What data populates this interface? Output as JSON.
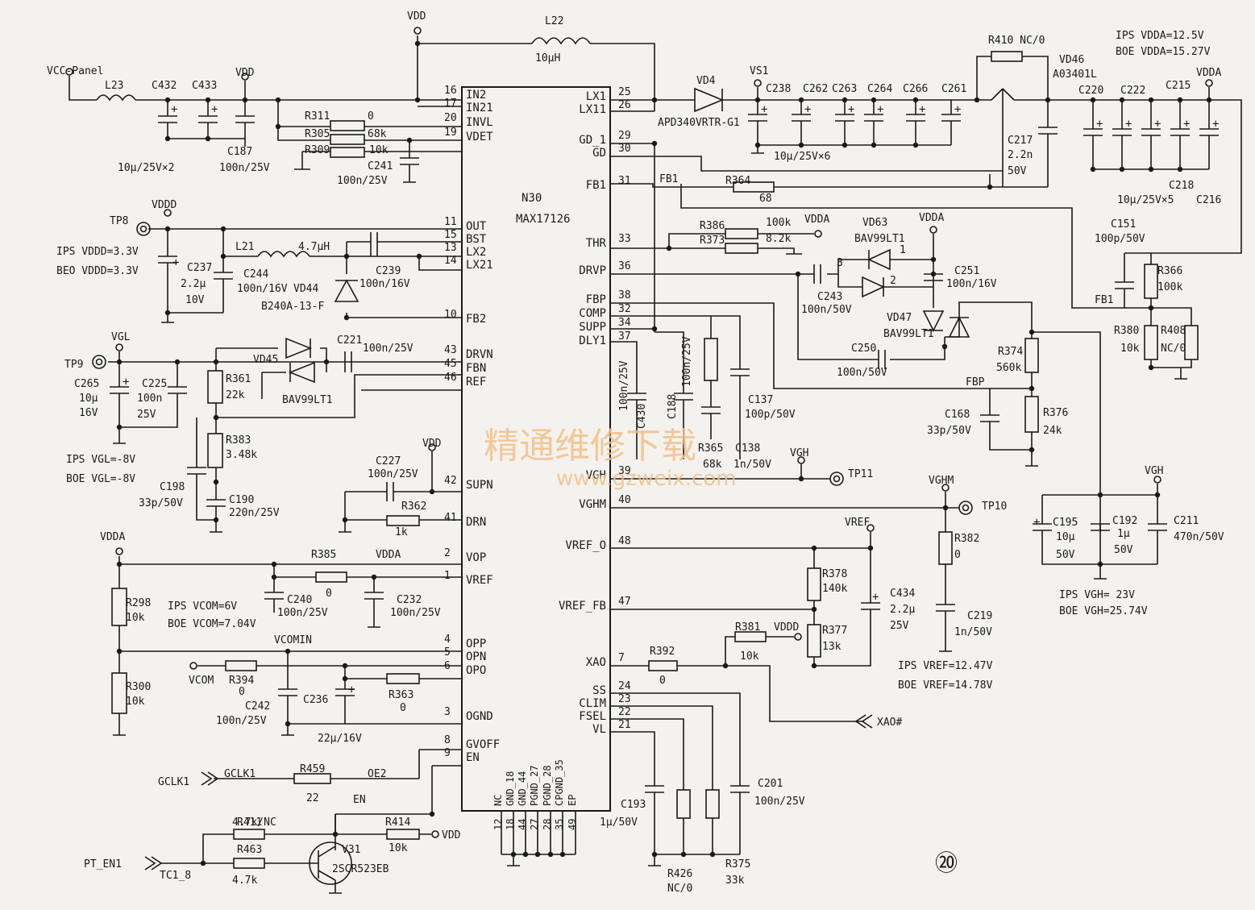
{
  "chip": {
    "ref": "N30",
    "part": "MAX17126",
    "left_pins": [
      {
        "num": "16",
        "name": "IN2"
      },
      {
        "num": "17",
        "name": "IN21"
      },
      {
        "num": "20",
        "name": "INVL"
      },
      {
        "num": "19",
        "name": "VDET"
      },
      {
        "num": "11",
        "name": "OUT"
      },
      {
        "num": "15",
        "name": "BST"
      },
      {
        "num": "13",
        "name": "LX2"
      },
      {
        "num": "14",
        "name": "LX21"
      },
      {
        "num": "10",
        "name": "FB2"
      },
      {
        "num": "43",
        "name": "DRVN"
      },
      {
        "num": "45",
        "name": "FBN"
      },
      {
        "num": "46",
        "name": "REF"
      },
      {
        "num": "42",
        "name": "SUPN"
      },
      {
        "num": "41",
        "name": "DRN"
      },
      {
        "num": "2",
        "name": "VOP"
      },
      {
        "num": "1",
        "name": "VREF"
      },
      {
        "num": "4",
        "name": "OPP"
      },
      {
        "num": "5",
        "name": "OPN"
      },
      {
        "num": "6",
        "name": "OPO"
      },
      {
        "num": "3",
        "name": "OGND"
      },
      {
        "num": "8",
        "name": "GVOFF"
      },
      {
        "num": "9",
        "name": "EN"
      }
    ],
    "right_pins": [
      {
        "num": "25",
        "name": "LX1"
      },
      {
        "num": "26",
        "name": "LX11"
      },
      {
        "num": "29",
        "name": "GD_1"
      },
      {
        "num": "30",
        "name": "GD"
      },
      {
        "num": "31",
        "name": "FB1"
      },
      {
        "num": "33",
        "name": "THR"
      },
      {
        "num": "36",
        "name": "DRVP"
      },
      {
        "num": "38",
        "name": "FBP"
      },
      {
        "num": "32",
        "name": "COMP"
      },
      {
        "num": "34",
        "name": "SUPP"
      },
      {
        "num": "37",
        "name": "DLY1"
      },
      {
        "num": "39",
        "name": "VGH"
      },
      {
        "num": "40",
        "name": "VGHM"
      },
      {
        "num": "48",
        "name": "VREF_O"
      },
      {
        "num": "47",
        "name": "VREF_FB"
      },
      {
        "num": "7",
        "name": "XAO"
      },
      {
        "num": "24",
        "name": "SS"
      },
      {
        "num": "23",
        "name": "CLIM"
      },
      {
        "num": "22",
        "name": "FSEL"
      },
      {
        "num": "21",
        "name": "VL"
      }
    ],
    "bottom_pins": [
      {
        "num": "12",
        "name": "NC"
      },
      {
        "num": "18",
        "name": "GND_18"
      },
      {
        "num": "44",
        "name": "GND_44"
      },
      {
        "num": "27",
        "name": "PGND_27"
      },
      {
        "num": "28",
        "name": "PGND_28"
      },
      {
        "num": "35",
        "name": "CPGND_35"
      },
      {
        "num": "49",
        "name": "EP"
      }
    ]
  },
  "labels": [
    {
      "id": "vdd-top",
      "text": "VDD"
    },
    {
      "id": "l22",
      "text": "L22"
    },
    {
      "id": "l22v",
      "text": "10μH"
    },
    {
      "id": "vcc-panel",
      "text": "VCC-Panel"
    },
    {
      "id": "l23",
      "text": "L23"
    },
    {
      "id": "c432",
      "text": "C432"
    },
    {
      "id": "c433",
      "text": "C433"
    },
    {
      "id": "vdd2",
      "text": "VDD"
    },
    {
      "id": "c432v",
      "text": "10μ/25V×2"
    },
    {
      "id": "c187",
      "text": "C187"
    },
    {
      "id": "c187v",
      "text": "100n/25V"
    },
    {
      "id": "r311",
      "text": "R311"
    },
    {
      "id": "r311v",
      "text": "0"
    },
    {
      "id": "r305",
      "text": "R305"
    },
    {
      "id": "r305v",
      "text": "68k"
    },
    {
      "id": "r309",
      "text": "R309"
    },
    {
      "id": "r309v",
      "text": "10k"
    },
    {
      "id": "c241",
      "text": "C241"
    },
    {
      "id": "c241v",
      "text": "100n/25V"
    },
    {
      "id": "vddd",
      "text": "VDDD"
    },
    {
      "id": "tp8",
      "text": "TP8"
    },
    {
      "id": "ips-vddd",
      "text": "IPS  VDDD=3.3V"
    },
    {
      "id": "beo-vddd",
      "text": "BEO  VDDD=3.3V"
    },
    {
      "id": "l21",
      "text": "L21"
    },
    {
      "id": "l21v",
      "text": "4.7μH"
    },
    {
      "id": "c237",
      "text": "C237"
    },
    {
      "id": "c237v1",
      "text": "2.2μ"
    },
    {
      "id": "c237v2",
      "text": "10V"
    },
    {
      "id": "c244",
      "text": "C244"
    },
    {
      "id": "c244v",
      "text": "100n/16V"
    },
    {
      "id": "c239",
      "text": "C239"
    },
    {
      "id": "c239v",
      "text": "100n/16V"
    },
    {
      "id": "vd44",
      "text": "VD44"
    },
    {
      "id": "vd44p",
      "text": "B240A-13-F"
    },
    {
      "id": "vgl",
      "text": "VGL"
    },
    {
      "id": "tp9",
      "text": "TP9"
    },
    {
      "id": "vd45",
      "text": "VD45"
    },
    {
      "id": "vd45p",
      "text": "BAV99LT1"
    },
    {
      "id": "c221",
      "text": "C221"
    },
    {
      "id": "c221v",
      "text": "100n/25V"
    },
    {
      "id": "c265",
      "text": "C265"
    },
    {
      "id": "c265v1",
      "text": "10μ"
    },
    {
      "id": "c265v2",
      "text": "16V"
    },
    {
      "id": "c225",
      "text": "C225"
    },
    {
      "id": "c225v1",
      "text": "100n"
    },
    {
      "id": "c225v2",
      "text": "25V"
    },
    {
      "id": "r361",
      "text": "R361"
    },
    {
      "id": "r361v",
      "text": "22k"
    },
    {
      "id": "r383",
      "text": "R383"
    },
    {
      "id": "r383v",
      "text": "3.48k"
    },
    {
      "id": "ips-vgl",
      "text": "IPS  VGL=-8V"
    },
    {
      "id": "boe-vgl",
      "text": "BOE  VGL=-8V"
    },
    {
      "id": "c198",
      "text": "C198"
    },
    {
      "id": "c198v",
      "text": "33p/50V"
    },
    {
      "id": "c190",
      "text": "C190"
    },
    {
      "id": "c190v",
      "text": "220n/25V"
    },
    {
      "id": "vdd3",
      "text": "VDD"
    },
    {
      "id": "c227",
      "text": "C227"
    },
    {
      "id": "c227v",
      "text": "100n/25V"
    },
    {
      "id": "r362",
      "text": "R362"
    },
    {
      "id": "r362v",
      "text": "1k"
    },
    {
      "id": "vdda-l",
      "text": "VDDA"
    },
    {
      "id": "r385",
      "text": "R385"
    },
    {
      "id": "r385v",
      "text": "0"
    },
    {
      "id": "vdda-m",
      "text": "VDDA"
    },
    {
      "id": "r298",
      "text": "R298"
    },
    {
      "id": "r298v",
      "text": "10k"
    },
    {
      "id": "ips-vcom",
      "text": "IPS  VCOM=6V"
    },
    {
      "id": "boe-vcom",
      "text": "BOE  VCOM=7.04V"
    },
    {
      "id": "c240",
      "text": "C240"
    },
    {
      "id": "c240v",
      "text": "100n/25V"
    },
    {
      "id": "c232",
      "text": "C232"
    },
    {
      "id": "c232v",
      "text": "100n/25V"
    },
    {
      "id": "vcomin",
      "text": "VCOMIN"
    },
    {
      "id": "vcom",
      "text": "VCOM"
    },
    {
      "id": "r394",
      "text": "R394"
    },
    {
      "id": "r394v",
      "text": "0"
    },
    {
      "id": "r300",
      "text": "R300"
    },
    {
      "id": "r300v",
      "text": "10k"
    },
    {
      "id": "c236",
      "text": "C236"
    },
    {
      "id": "c242",
      "text": "C242"
    },
    {
      "id": "c242v",
      "text": "100n/25V"
    },
    {
      "id": "c236v",
      "text": "22μ/16V"
    },
    {
      "id": "r363",
      "text": "R363"
    },
    {
      "id": "r363v",
      "text": "0"
    },
    {
      "id": "gclk1",
      "text": "GCLK1"
    },
    {
      "id": "gclk1n",
      "text": "GCLK1"
    },
    {
      "id": "r459",
      "text": "R459"
    },
    {
      "id": "r459v",
      "text": "22"
    },
    {
      "id": "oe2",
      "text": "OE2"
    },
    {
      "id": "en",
      "text": "EN"
    },
    {
      "id": "r411",
      "text": "R411"
    },
    {
      "id": "r411v",
      "text": "4.7k/NC"
    },
    {
      "id": "r414",
      "text": "R414"
    },
    {
      "id": "r414v",
      "text": "10k"
    },
    {
      "id": "vdd4",
      "text": "VDD"
    },
    {
      "id": "r463",
      "text": "R463"
    },
    {
      "id": "r463v",
      "text": "4.7k"
    },
    {
      "id": "v31",
      "text": "V31"
    },
    {
      "id": "v31p",
      "text": "2SCR523EB"
    },
    {
      "id": "pt-en1",
      "text": "PT_EN1"
    },
    {
      "id": "tc1",
      "text": "TC1_8"
    },
    {
      "id": "vd4",
      "text": "VD4"
    },
    {
      "id": "vd4p",
      "text": "APD340VRTR-G1"
    },
    {
      "id": "vs1",
      "text": "VS1"
    },
    {
      "id": "c238",
      "text": "C238"
    },
    {
      "id": "c262",
      "text": "C262"
    },
    {
      "id": "c263",
      "text": "C263"
    },
    {
      "id": "c264",
      "text": "C264"
    },
    {
      "id": "c266",
      "text": "C266"
    },
    {
      "id": "c261",
      "text": "C261"
    },
    {
      "id": "c6v",
      "text": "10μ/25V×6"
    },
    {
      "id": "r410",
      "text": "R410 NC/0"
    },
    {
      "id": "vd46",
      "text": "VD46"
    },
    {
      "id": "vd46p",
      "text": "A03401L"
    },
    {
      "id": "ips-vdda",
      "text": "IPS  VDDA=12.5V"
    },
    {
      "id": "boe-vdda",
      "text": "BOE  VDDA=15.27V"
    },
    {
      "id": "vdda-r",
      "text": "VDDA"
    },
    {
      "id": "c220",
      "text": "C220"
    },
    {
      "id": "c222",
      "text": "C222"
    },
    {
      "id": "c215",
      "text": "C215"
    },
    {
      "id": "c217",
      "text": "C217"
    },
    {
      "id": "c217v1",
      "text": "2.2n"
    },
    {
      "id": "c217v2",
      "text": "50V"
    },
    {
      "id": "c218",
      "text": "C218"
    },
    {
      "id": "c5v",
      "text": "10μ/25V×5"
    },
    {
      "id": "c216",
      "text": "C216"
    },
    {
      "id": "r364",
      "text": "R364"
    },
    {
      "id": "r364v",
      "text": "68"
    },
    {
      "id": "fb1",
      "text": "FB1"
    },
    {
      "id": "r386",
      "text": "R386"
    },
    {
      "id": "r386v",
      "text": "100k"
    },
    {
      "id": "vdda-t",
      "text": "VDDA"
    },
    {
      "id": "r373",
      "text": "R373"
    },
    {
      "id": "r373v",
      "text": "8.2k"
    },
    {
      "id": "vd63",
      "text": "VD63"
    },
    {
      "id": "vd63p",
      "text": "BAV99LT1"
    },
    {
      "id": "vdda-t2",
      "text": "VDDA"
    },
    {
      "id": "c151",
      "text": "C151"
    },
    {
      "id": "c151v",
      "text": "100p/50V"
    },
    {
      "id": "c251",
      "text": "C251"
    },
    {
      "id": "c251v",
      "text": "100n/16V"
    },
    {
      "id": "c243",
      "text": "C243"
    },
    {
      "id": "c243v",
      "text": "100n/50V"
    },
    {
      "id": "n3",
      "text": "3"
    },
    {
      "id": "n1",
      "text": "1"
    },
    {
      "id": "n2",
      "text": "2"
    },
    {
      "id": "vd47",
      "text": "VD47"
    },
    {
      "id": "vd47p",
      "text": "BAV99LT1"
    },
    {
      "id": "r366",
      "text": "R366"
    },
    {
      "id": "r366v",
      "text": "100k"
    },
    {
      "id": "fb1b",
      "text": "FB1"
    },
    {
      "id": "r380",
      "text": "R380"
    },
    {
      "id": "r380v",
      "text": "10k"
    },
    {
      "id": "r408",
      "text": "R408"
    },
    {
      "id": "r408v",
      "text": "NC/0"
    },
    {
      "id": "c250",
      "text": "C250"
    },
    {
      "id": "c250v",
      "text": "100n/50V"
    },
    {
      "id": "r374",
      "text": "R374"
    },
    {
      "id": "r374v",
      "text": "560k"
    },
    {
      "id": "fbp",
      "text": "FBP"
    },
    {
      "id": "c168",
      "text": "C168"
    },
    {
      "id": "c168v",
      "text": "33p/50V"
    },
    {
      "id": "r376",
      "text": "R376"
    },
    {
      "id": "r376v",
      "text": "24k"
    },
    {
      "id": "c430",
      "text": "C430"
    },
    {
      "id": "c430v",
      "text": "100n/25V"
    },
    {
      "id": "c188",
      "text": "C188"
    },
    {
      "id": "c188v",
      "text": "100n/25V"
    },
    {
      "id": "c137",
      "text": "C137"
    },
    {
      "id": "c137v",
      "text": "100p/50V"
    },
    {
      "id": "r365",
      "text": "R365"
    },
    {
      "id": "r365v",
      "text": "68k"
    },
    {
      "id": "c138",
      "text": "C138"
    },
    {
      "id": "c138v",
      "text": "1n/50V"
    },
    {
      "id": "vgh1",
      "text": "VGH"
    },
    {
      "id": "tp11",
      "text": "TP11"
    },
    {
      "id": "vghm",
      "text": "VGHM"
    },
    {
      "id": "tp10",
      "text": "TP10"
    },
    {
      "id": "vgh2",
      "text": "VGH"
    },
    {
      "id": "c195",
      "text": "C195"
    },
    {
      "id": "c195v1",
      "text": "10μ"
    },
    {
      "id": "c195v2",
      "text": "50V"
    },
    {
      "id": "c192",
      "text": "C192"
    },
    {
      "id": "c192v1",
      "text": "1μ"
    },
    {
      "id": "c192v2",
      "text": "50V"
    },
    {
      "id": "c211",
      "text": "C211"
    },
    {
      "id": "c211v",
      "text": "470n/50V"
    },
    {
      "id": "ips-vgh",
      "text": "IPS    VGH= 23V"
    },
    {
      "id": "boe-vgh",
      "text": "BOE    VGH=25.74V"
    },
    {
      "id": "vref",
      "text": "VREF"
    },
    {
      "id": "r382",
      "text": "R382"
    },
    {
      "id": "r382v",
      "text": "0"
    },
    {
      "id": "r378",
      "text": "R378"
    },
    {
      "id": "r378v",
      "text": "140k"
    },
    {
      "id": "c434",
      "text": "C434"
    },
    {
      "id": "c434v1",
      "text": "2.2μ"
    },
    {
      "id": "c434v2",
      "text": "25V"
    },
    {
      "id": "c219",
      "text": "C219"
    },
    {
      "id": "c219v",
      "text": "1n/50V"
    },
    {
      "id": "r381",
      "text": "R381"
    },
    {
      "id": "r381v",
      "text": "10k"
    },
    {
      "id": "vddd2",
      "text": "VDDD"
    },
    {
      "id": "r377",
      "text": "R377"
    },
    {
      "id": "r377v",
      "text": "13k"
    },
    {
      "id": "r392",
      "text": "R392"
    },
    {
      "id": "r392v",
      "text": "0"
    },
    {
      "id": "ips-vref",
      "text": "IPS   VREF=12.47V"
    },
    {
      "id": "boe-vref",
      "text": "BOE  VREF=14.78V"
    },
    {
      "id": "xao",
      "text": "XAO#"
    },
    {
      "id": "c201",
      "text": "C201"
    },
    {
      "id": "c201v",
      "text": "100n/25V"
    },
    {
      "id": "c193",
      "text": "C193"
    },
    {
      "id": "c193v",
      "text": "1μ/50V"
    },
    {
      "id": "r426",
      "text": "R426"
    },
    {
      "id": "r426v",
      "text": "NC/0"
    },
    {
      "id": "r375",
      "text": "R375"
    },
    {
      "id": "r375v",
      "text": "33k"
    },
    {
      "id": "page",
      "text": "⑳"
    }
  ],
  "watermark": {
    "title": "精通维修下载",
    "url": "www.gzweix.com"
  }
}
